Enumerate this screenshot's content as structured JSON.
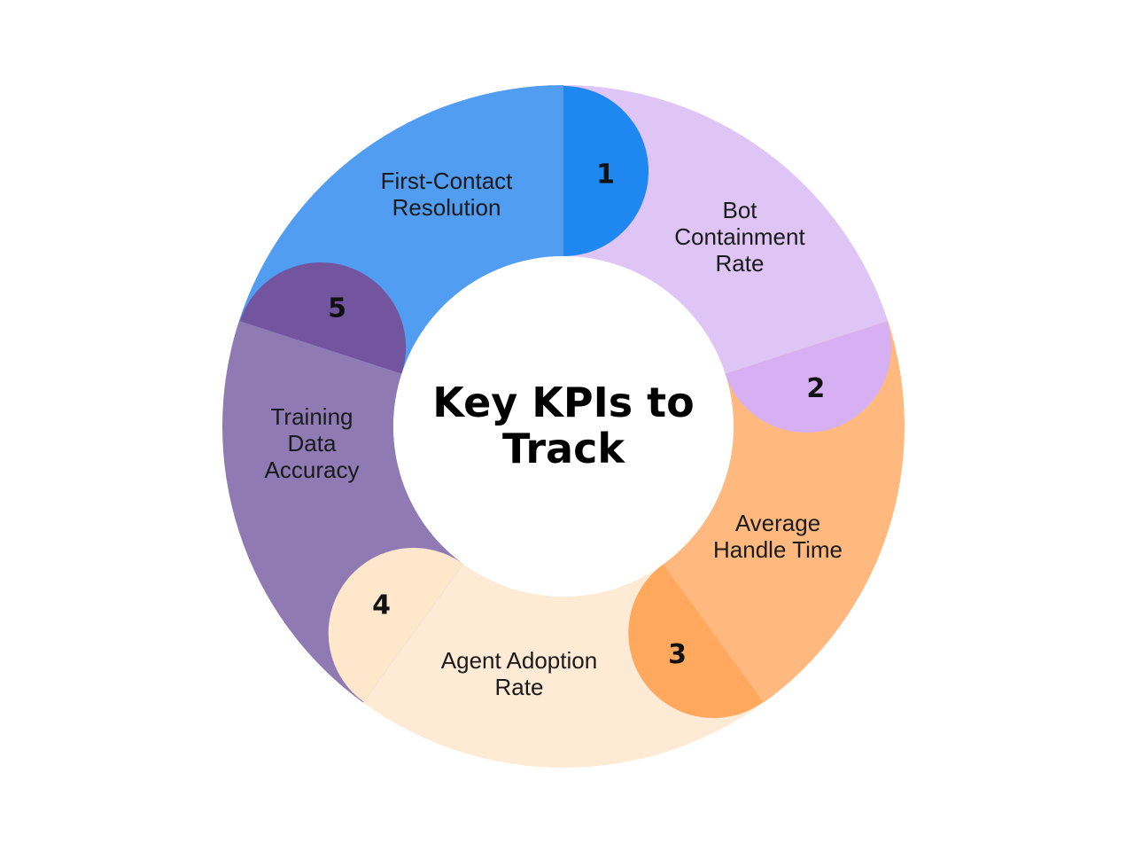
{
  "title": {
    "lines": [
      "Key KPIs to Track"
    ],
    "line_1": "Key KPIs to",
    "line_2": "Track"
  },
  "segments": [
    {
      "number": "1",
      "label_lines": [
        "Bot",
        "Containment",
        "Rate"
      ],
      "color": "#DFC5F5",
      "badge_color": "#1E87F0"
    },
    {
      "number": "2",
      "label_lines": [
        "Average",
        "Handle Time"
      ],
      "color": "#FFB97F",
      "badge_color": "#D6B0F2"
    },
    {
      "number": "3",
      "label_lines": [
        "Agent Adoption",
        "Rate"
      ],
      "color": "#FFEBD5",
      "badge_color": "#FFA85E"
    },
    {
      "number": "4",
      "label_lines": [
        "Training",
        "Data",
        "Accuracy"
      ],
      "color": "#8F7AB3",
      "badge_color": "#FFE7CC"
    },
    {
      "number": "5",
      "label_lines": [
        "First-Contact",
        "Resolution"
      ],
      "color": "#519DF2",
      "badge_color": "#72559E"
    }
  ]
}
